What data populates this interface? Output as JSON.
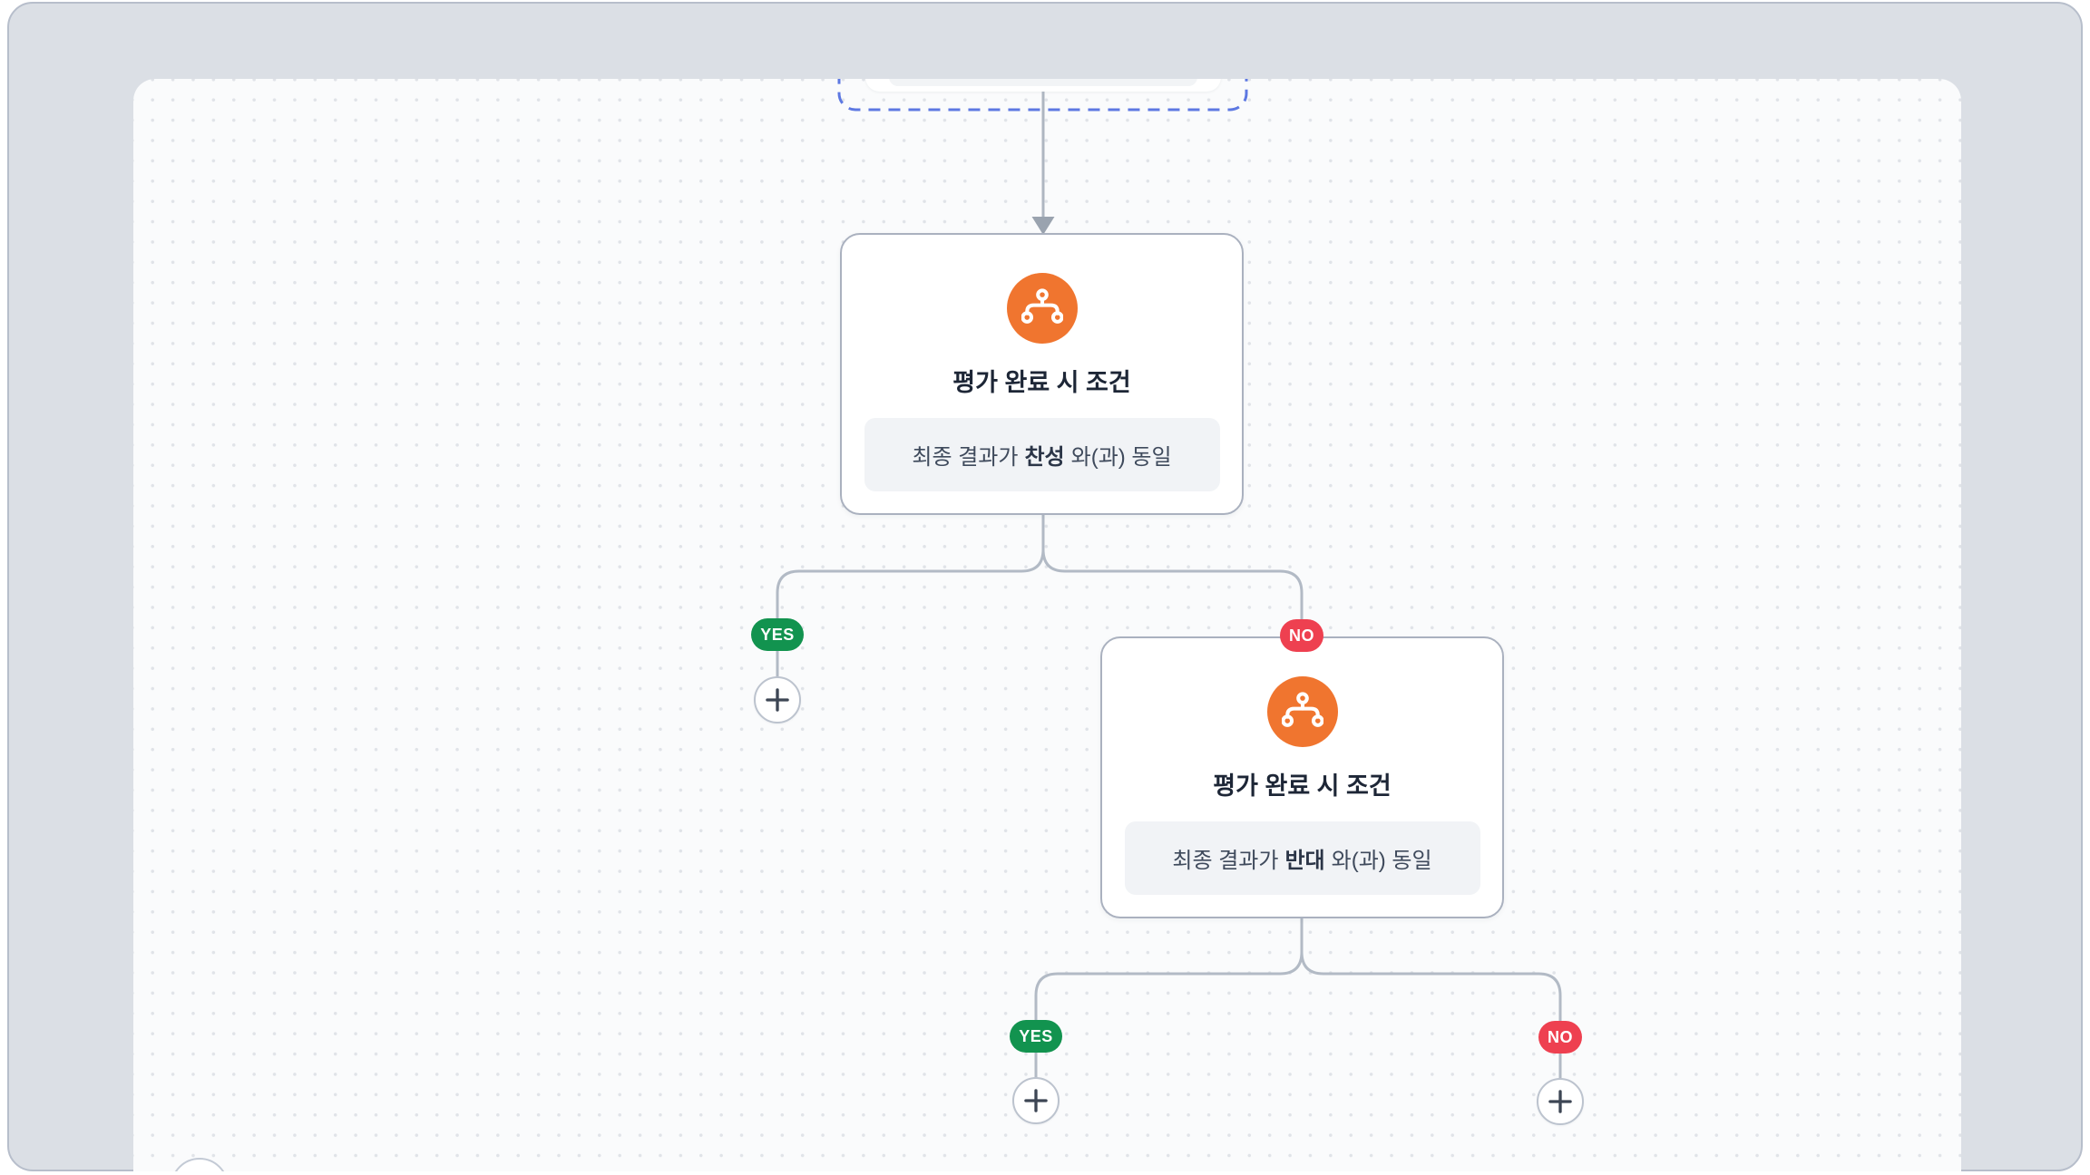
{
  "flow": {
    "labels": {
      "yes": "YES",
      "no": "NO"
    },
    "nodes": [
      {
        "icon": "sitemap-icon",
        "title": "평가 완료 시 조건",
        "condition": {
          "prefix": "최종 결과가",
          "value": "찬성",
          "suffix": "와(과) 동일"
        }
      },
      {
        "icon": "sitemap-icon",
        "title": "평가 완료 시 조건",
        "condition": {
          "prefix": "최종 결과가",
          "value": "반대",
          "suffix": "와(과) 동일"
        }
      }
    ],
    "add_button": {
      "icon": "plus-icon"
    },
    "colors": {
      "node_icon_bg": "#f0752f",
      "yes_badge": "#12934f",
      "no_badge": "#ee4050",
      "selection_dash": "#5d78e2",
      "edge_line": "#b2bac5",
      "canvas_bg": "#fafbfc",
      "panel_bg": "#dbdfe5"
    }
  }
}
